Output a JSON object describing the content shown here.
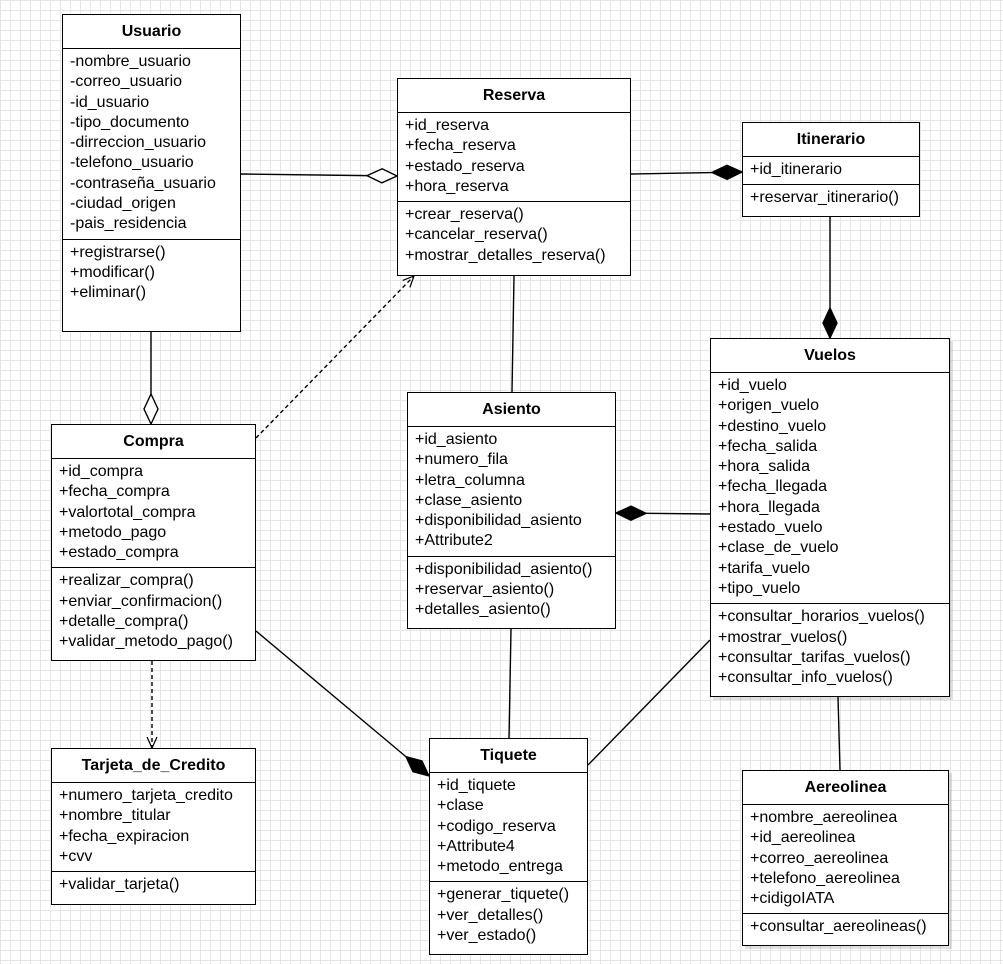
{
  "classes": [
    {
      "id": "usuario",
      "name": "Usuario",
      "attributes": [
        "-nombre_usuario",
        "-correo_usuario",
        "-id_usuario",
        "-tipo_documento",
        "-dirreccion_usuario",
        "-telefono_usuario",
        "-contraseña_usuario",
        "-ciudad_origen",
        "-pais_residencia"
      ],
      "operations": [
        "+registrarse()",
        "+modificar()",
        "+eliminar()"
      ]
    },
    {
      "id": "reserva",
      "name": "Reserva",
      "attributes": [
        "+id_reserva",
        "+fecha_reserva",
        "+estado_reserva",
        "+hora_reserva"
      ],
      "operations": [
        "+crear_reserva()",
        "+cancelar_reserva()",
        "+mostrar_detalles_reserva()"
      ]
    },
    {
      "id": "itinerario",
      "name": "Itinerario",
      "attributes": [
        "+id_itinerario"
      ],
      "operations": [
        "+reservar_itinerario()"
      ]
    },
    {
      "id": "vuelos",
      "name": "Vuelos",
      "attributes": [
        "+id_vuelo",
        "+origen_vuelo",
        "+destino_vuelo",
        "+fecha_salida",
        "+hora_salida",
        "+fecha_llegada",
        "+hora_llegada",
        "+estado_vuelo",
        "+clase_de_vuelo",
        "+tarifa_vuelo",
        "+tipo_vuelo"
      ],
      "operations": [
        "+consultar_horarios_vuelos()",
        "+mostrar_vuelos()",
        "+consultar_tarifas_vuelos()",
        "+consultar_info_vuelos()"
      ]
    },
    {
      "id": "compra",
      "name": "Compra",
      "attributes": [
        "+id_compra",
        "+fecha_compra",
        "+valortotal_compra",
        "+metodo_pago",
        "+estado_compra"
      ],
      "operations": [
        "+realizar_compra()",
        "+enviar_confirmacion()",
        "+detalle_compra()",
        "+validar_metodo_pago()"
      ]
    },
    {
      "id": "asiento",
      "name": "Asiento",
      "attributes": [
        "+id_asiento",
        "+numero_fila",
        "+letra_columna",
        "+clase_asiento",
        "+disponibilidad_asiento",
        "+Attribute2"
      ],
      "operations": [
        "+disponibilidad_asiento()",
        "+reservar_asiento()",
        "+detalles_asiento()"
      ]
    },
    {
      "id": "tarjeta",
      "name": "Tarjeta_de_Credito",
      "attributes": [
        "+numero_tarjeta_credito",
        "+nombre_titular",
        "+fecha_expiracion",
        "+cvv"
      ],
      "operations": [
        "+validar_tarjeta()"
      ]
    },
    {
      "id": "tiquete",
      "name": "Tiquete",
      "attributes": [
        "+id_tiquete",
        "+clase",
        "+codigo_reserva",
        "+Attribute4",
        "+metodo_entrega"
      ],
      "operations": [
        "+generar_tiquete()",
        "+ver_detalles()",
        "+ver_estado()"
      ]
    },
    {
      "id": "aereolinea",
      "name": "Aereolinea",
      "attributes": [
        "+nombre_aereolinea",
        "+id_aereolinea",
        "+correo_aereolinea",
        "+telefono_aereolinea",
        "+cidigoIATA"
      ],
      "operations": [
        "+consultar_aereolineas()"
      ]
    }
  ],
  "relations": [
    {
      "id": "usuario-reserva",
      "type": "aggregation",
      "from": "usuario",
      "to": "reserva"
    },
    {
      "id": "reserva-itinerario",
      "type": "composition",
      "from": "reserva",
      "to": "itinerario"
    },
    {
      "id": "itinerario-vuelos",
      "type": "composition",
      "from": "itinerario",
      "to": "vuelos"
    },
    {
      "id": "usuario-compra",
      "type": "aggregation",
      "from": "usuario",
      "to": "compra"
    },
    {
      "id": "compra-reserva",
      "type": "dependency",
      "from": "compra",
      "to": "reserva"
    },
    {
      "id": "reserva-asiento",
      "type": "association",
      "from": "reserva",
      "to": "asiento"
    },
    {
      "id": "vuelos-asiento",
      "type": "composition",
      "from": "vuelos",
      "to": "asiento"
    },
    {
      "id": "compra-tarjeta",
      "type": "dependency",
      "from": "compra",
      "to": "tarjeta"
    },
    {
      "id": "compra-tiquete",
      "type": "composition",
      "from": "compra",
      "to": "tiquete"
    },
    {
      "id": "asiento-tiquete",
      "type": "association",
      "from": "asiento",
      "to": "tiquete"
    },
    {
      "id": "vuelos-tiquete",
      "type": "association",
      "from": "vuelos",
      "to": "tiquete"
    },
    {
      "id": "vuelos-aereolinea",
      "type": "association",
      "from": "vuelos",
      "to": "aereolinea"
    }
  ]
}
